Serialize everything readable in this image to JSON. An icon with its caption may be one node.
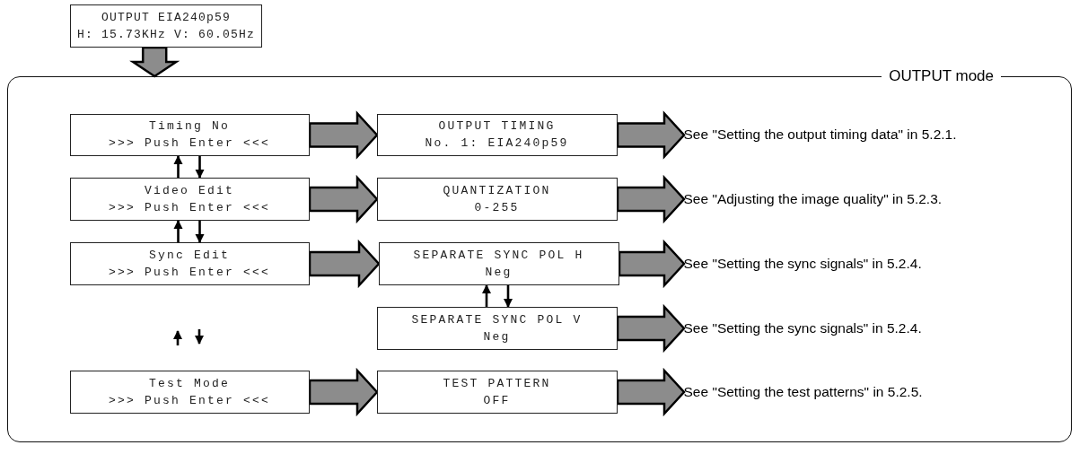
{
  "diagram": {
    "nodes": [
      {
        "text": [
          "OUTPUT EIA240p59",
          "H: 15.73KHz V: 60.05Hz"
        ]
      },
      {
        "text": [
          "OUTPUT mode"
        ]
      },
      {
        "text": [
          "Timing No",
          ">>> Push Enter <<<"
        ],
        "in": 1
      },
      {
        "text": [
          "Video Edit",
          ">>> Push Enter <<<"
        ],
        "in": 1
      },
      {
        "text": [
          "Sync Edit",
          ">>> Push Enter <<<"
        ],
        "in": 1
      },
      {
        "text": [
          "Test Mode",
          ">>> Push Enter <<<"
        ],
        "in": 1
      },
      {
        "text": [
          "OUTPUT TIMING",
          "No. 1: EIA240p59"
        ],
        "in": 1
      },
      {
        "text": [
          "QUANTIZATION",
          "0-255"
        ],
        "in": 1
      },
      {
        "text": [
          "SEPARATE SYNC POL H",
          "Neg"
        ],
        "in": 1
      },
      {
        "text": [
          "SEPARATE SYNC POL V",
          "Neg"
        ],
        "in": 1
      },
      {
        "text": [
          "TEST PATTERN",
          "OFF"
        ],
        "in": 1
      },
      {
        "text": [
          "See \"Setting the output timing data\" in 5.2.1."
        ],
        "in": 1
      },
      {
        "text": [
          "See \"Adjusting the image quality\" in 5.2.3."
        ],
        "in": 1
      },
      {
        "text": [
          "See \"Setting the sync signals\" in 5.2.4."
        ],
        "in": 1
      },
      {
        "text": [
          "See \"Setting the sync signals\" in 5.2.4."
        ],
        "in": 1
      },
      {
        "text": [
          "See \"Setting the test patterns\" in 5.2.5."
        ],
        "in": 1
      }
    ],
    "edges": [
      {
        "from": 0,
        "to": 1,
        "arrow": "to",
        "style": "thick"
      },
      {
        "from": 3,
        "to": 2,
        "arrow": "to"
      },
      {
        "from": 2,
        "to": 3,
        "arrow": "to"
      },
      {
        "from": 4,
        "to": 3,
        "arrow": "to"
      },
      {
        "from": 3,
        "to": 4,
        "arrow": "to"
      },
      {
        "from": 9,
        "to": 8,
        "arrow": "to"
      },
      {
        "from": 8,
        "to": 9,
        "arrow": "to"
      },
      {
        "from": 2,
        "to": 6,
        "arrow": "to",
        "style": "thick"
      },
      {
        "from": 3,
        "to": 7,
        "arrow": "to",
        "style": "thick"
      },
      {
        "from": 4,
        "to": 8,
        "arrow": "to",
        "style": "thick"
      },
      {
        "from": 5,
        "to": 10,
        "arrow": "to",
        "style": "thick"
      },
      {
        "from": 6,
        "to": 11,
        "arrow": "to",
        "style": "thick"
      },
      {
        "from": 7,
        "to": 12,
        "arrow": "to",
        "style": "thick"
      },
      {
        "from": 8,
        "to": 13,
        "arrow": "to",
        "style": "thick"
      },
      {
        "from": 9,
        "to": 14,
        "arrow": "to",
        "style": "thick"
      },
      {
        "from": 10,
        "to": 15,
        "arrow": "to",
        "style": "thick"
      }
    ]
  }
}
